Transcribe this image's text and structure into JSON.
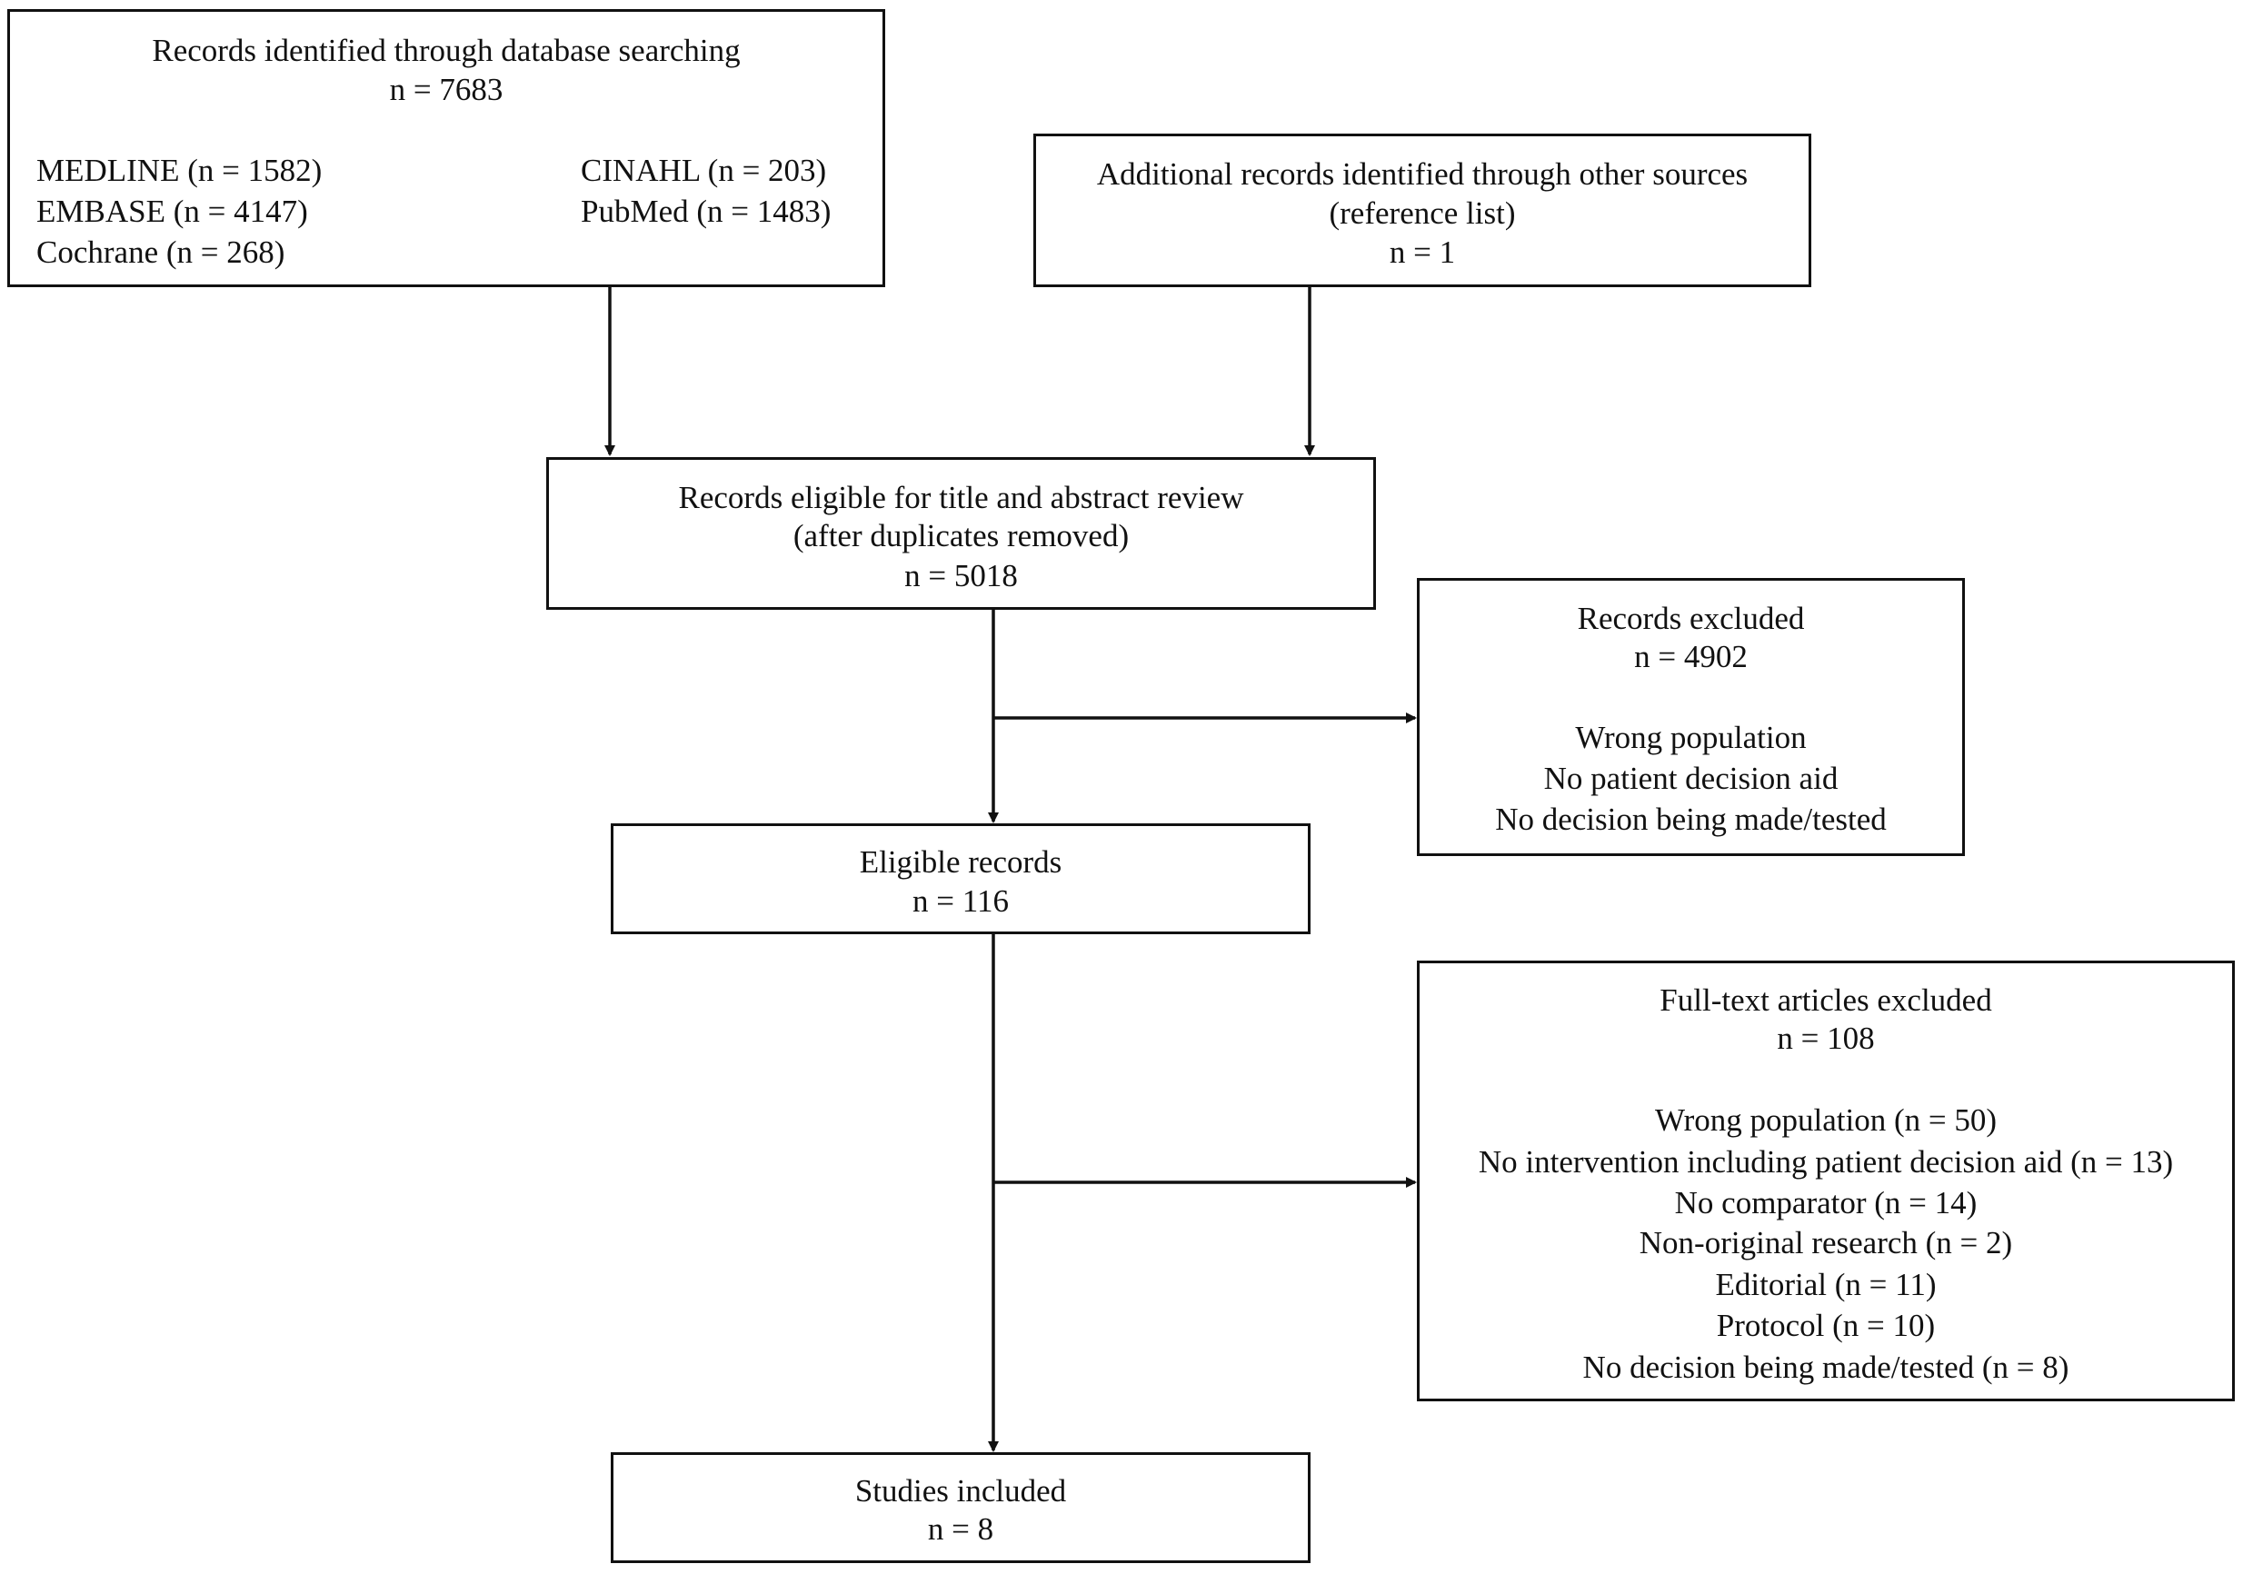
{
  "database_search": {
    "title": "Records identified through database searching",
    "count": "n = 7683",
    "sources_left": [
      "MEDLINE (n = 1582)",
      "EMBASE (n = 4147)",
      "Cochrane (n = 268)"
    ],
    "sources_right": [
      "CINAHL (n = 203)",
      "PubMed (n = 1483)"
    ]
  },
  "other_sources": {
    "title": "Additional records identified through other sources",
    "subtitle": "(reference list)",
    "count": "n = 1"
  },
  "screening": {
    "title": "Records eligible for title and abstract review",
    "subtitle": "(after duplicates removed)",
    "count": "n = 5018"
  },
  "records_excluded": {
    "title": "Records excluded",
    "count": "n = 4902",
    "reasons": [
      "Wrong population",
      "No patient decision aid",
      "No decision being made/tested"
    ]
  },
  "eligible": {
    "title": "Eligible records",
    "count": "n = 116"
  },
  "fulltext_excluded": {
    "title": "Full-text articles excluded",
    "count": "n = 108",
    "reasons": [
      "Wrong population (n = 50)",
      "No intervention including patient decision aid (n = 13)",
      "No comparator (n = 14)",
      "Non-original research (n = 2)",
      "Editorial (n = 11)",
      "Protocol (n = 10)",
      "No decision being made/tested (n = 8)"
    ]
  },
  "included": {
    "title": "Studies included",
    "count": "n = 8"
  },
  "colors": {
    "line": "#111111",
    "background": "#ffffff",
    "text": "#111111"
  }
}
